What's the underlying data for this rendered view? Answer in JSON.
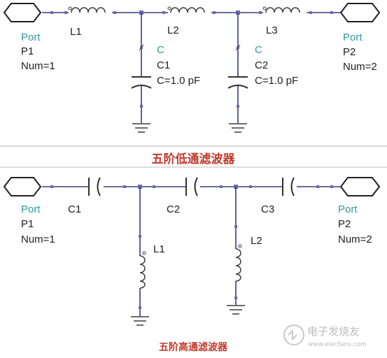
{
  "low_pass": {
    "title": "五阶低通滤波器",
    "port1": {
      "word": "Port",
      "name": "P1",
      "num": "Num=1"
    },
    "port2": {
      "word": "Port",
      "name": "P2",
      "num": "Num=2"
    },
    "inductors": [
      "L1",
      "L2",
      "L3"
    ],
    "cap1": {
      "type": "C",
      "name": "C1",
      "value": "C=1.0 pF"
    },
    "cap2": {
      "type": "C",
      "name": "C2",
      "value": "C=1.0 pF"
    }
  },
  "high_pass": {
    "title": "五阶高通滤波器",
    "port1": {
      "word": "Port",
      "name": "P1",
      "num": "Num=1"
    },
    "port2": {
      "word": "Port",
      "name": "P2",
      "num": "Num=2"
    },
    "capacitors": [
      "C1",
      "C2",
      "C3"
    ],
    "inductors": [
      "L1",
      "L2"
    ]
  },
  "watermark": {
    "text": "电子发烧友",
    "url": "www.elecfans.com"
  },
  "colors": {
    "port_label": "#2f9a9a",
    "title_red": "#c0392b",
    "wire": "#3a3a7a"
  }
}
